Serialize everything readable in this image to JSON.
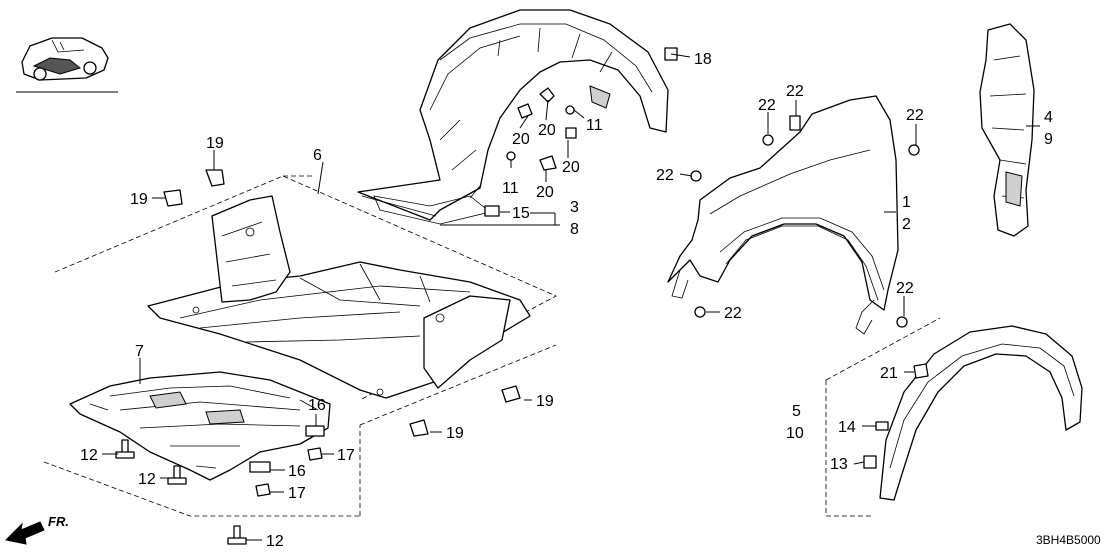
{
  "diagram_code": "3BH4B5000",
  "direction_label": "FR.",
  "callouts": {
    "c1": "1",
    "c2": "2",
    "c3": "3",
    "c4": "4",
    "c5": "5",
    "c6": "6",
    "c7": "7",
    "c8": "8",
    "c9": "9",
    "c10": "10",
    "c11a": "11",
    "c11b": "11",
    "c12a": "12",
    "c12b": "12",
    "c12c": "12",
    "c13": "13",
    "c14": "14",
    "c15": "15",
    "c16a": "16",
    "c16b": "16",
    "c17a": "17",
    "c17b": "17",
    "c18": "18",
    "c19a": "19",
    "c19b": "19",
    "c19c": "19",
    "c19d": "19",
    "c20a": "20",
    "c20b": "20",
    "c20c": "20",
    "c20d": "20",
    "c21": "21",
    "c22a": "22",
    "c22b": "22",
    "c22c": "22",
    "c22d": "22",
    "c22e": "22",
    "c22f": "22"
  }
}
